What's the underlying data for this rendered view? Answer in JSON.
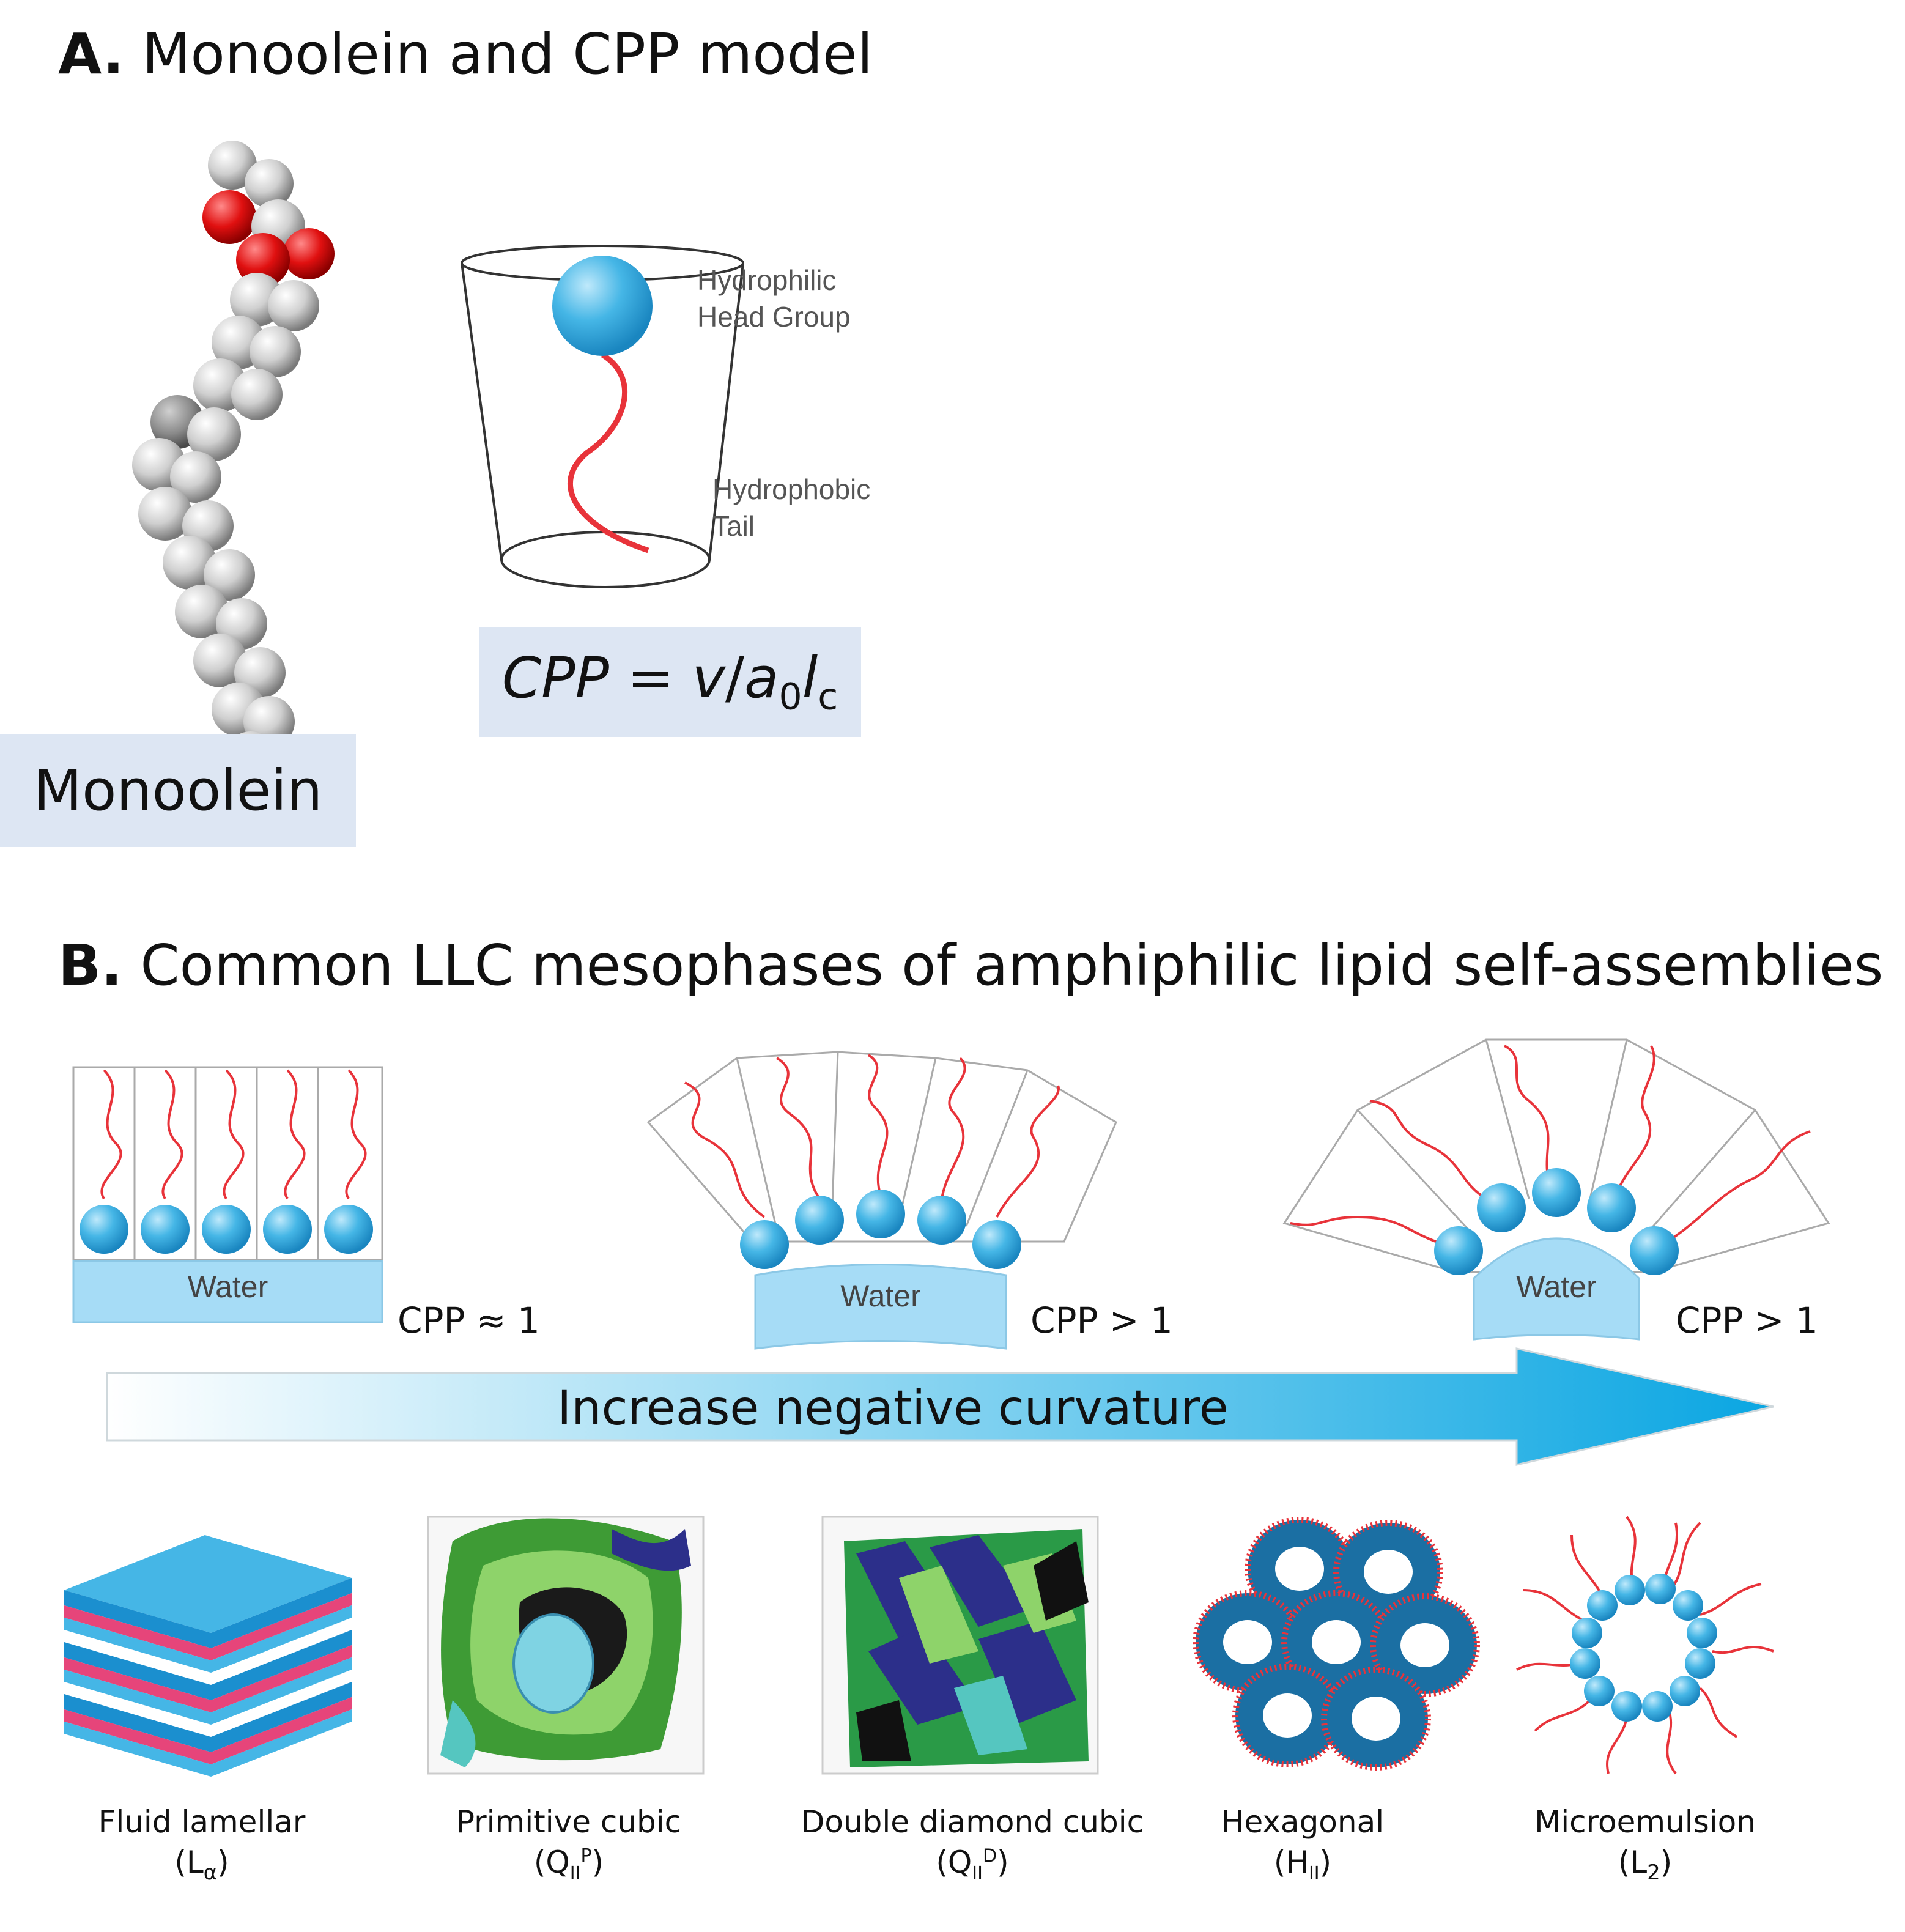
{
  "panel_a": {
    "letter": "A.",
    "title": "Monoolein and CPP model",
    "molecule_label": "Monoolein",
    "formula": {
      "lhs": "CPP",
      "eq": " = ",
      "v": "v",
      "slash": "/",
      "a": "a",
      "a_sub": "0",
      "l": "l",
      "l_sub": "c"
    },
    "cone_head_label_1": "Hydrophilic",
    "cone_head_label_2": "Head Group",
    "cone_tail_label_1": "Hydrophobic",
    "cone_tail_label_2": "Tail"
  },
  "panel_b": {
    "letter": "B.",
    "title": "Common LLC mesophases of amphiphilic lipid self-assemblies",
    "water_label": "Water",
    "cpp_1": "CPP ≈ 1",
    "cpp_2": "CPP > 1",
    "cpp_3": "CPP > 1",
    "arrow_text": "Increase negative curvature",
    "phases": [
      {
        "name": "Fluid lamellar",
        "sym": "L",
        "sub": "α",
        "sup": ""
      },
      {
        "name": "Primitive cubic",
        "sym": "Q",
        "sub": "II",
        "sup": "P"
      },
      {
        "name": "Double diamond cubic",
        "sym": "Q",
        "sub": "II",
        "sup": "D"
      },
      {
        "name": "Hexagonal",
        "sym": "H",
        "sub": "II",
        "sup": ""
      },
      {
        "name": "Microemulsion",
        "sym": "L",
        "sub": "2",
        "sup": ""
      }
    ]
  },
  "colors": {
    "head_blue": "#45b6e6",
    "tail_red": "#e8333a",
    "water_fill": "#a6dcf6",
    "label_box": "#dde6f3",
    "arrow_start": "#ffffff",
    "arrow_end": "#0aa6e2"
  }
}
